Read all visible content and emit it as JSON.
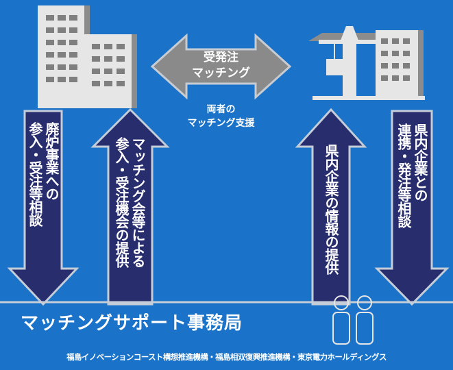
{
  "colors": {
    "background": "#1a73c8",
    "building": "#e6e6e6",
    "building_shadow": "#8c8c8c",
    "arrow_dark": "#282d6e",
    "arrow_light": "#c4cdd8",
    "exchange_arrow": "#8a8a8a",
    "text": "#ffffff"
  },
  "top_arrow": {
    "line1": "受発注",
    "line2": "マッチング"
  },
  "support_caption": {
    "line1": "両者の",
    "line2": "マッチング支援"
  },
  "arrows": {
    "a1": {
      "line1": "廃炉事業への",
      "line2": "参入・受注等相談"
    },
    "a2": {
      "line1": "マッチング会等による",
      "line2": "参入・受注機会の提供"
    },
    "a3": {
      "line1": "県内企業の情報の提供"
    },
    "a4": {
      "line1": "県内企業との",
      "line2": "連携・発注等相談"
    }
  },
  "office": {
    "title": "マッチングサポート事務局",
    "organizations": "福島イノベーションコースト構想推進機構・福島相双復興推進機構・東京電力ホールディングス"
  },
  "icons": [
    "office-building-icon",
    "construction-crane-icon",
    "people-icon"
  ]
}
